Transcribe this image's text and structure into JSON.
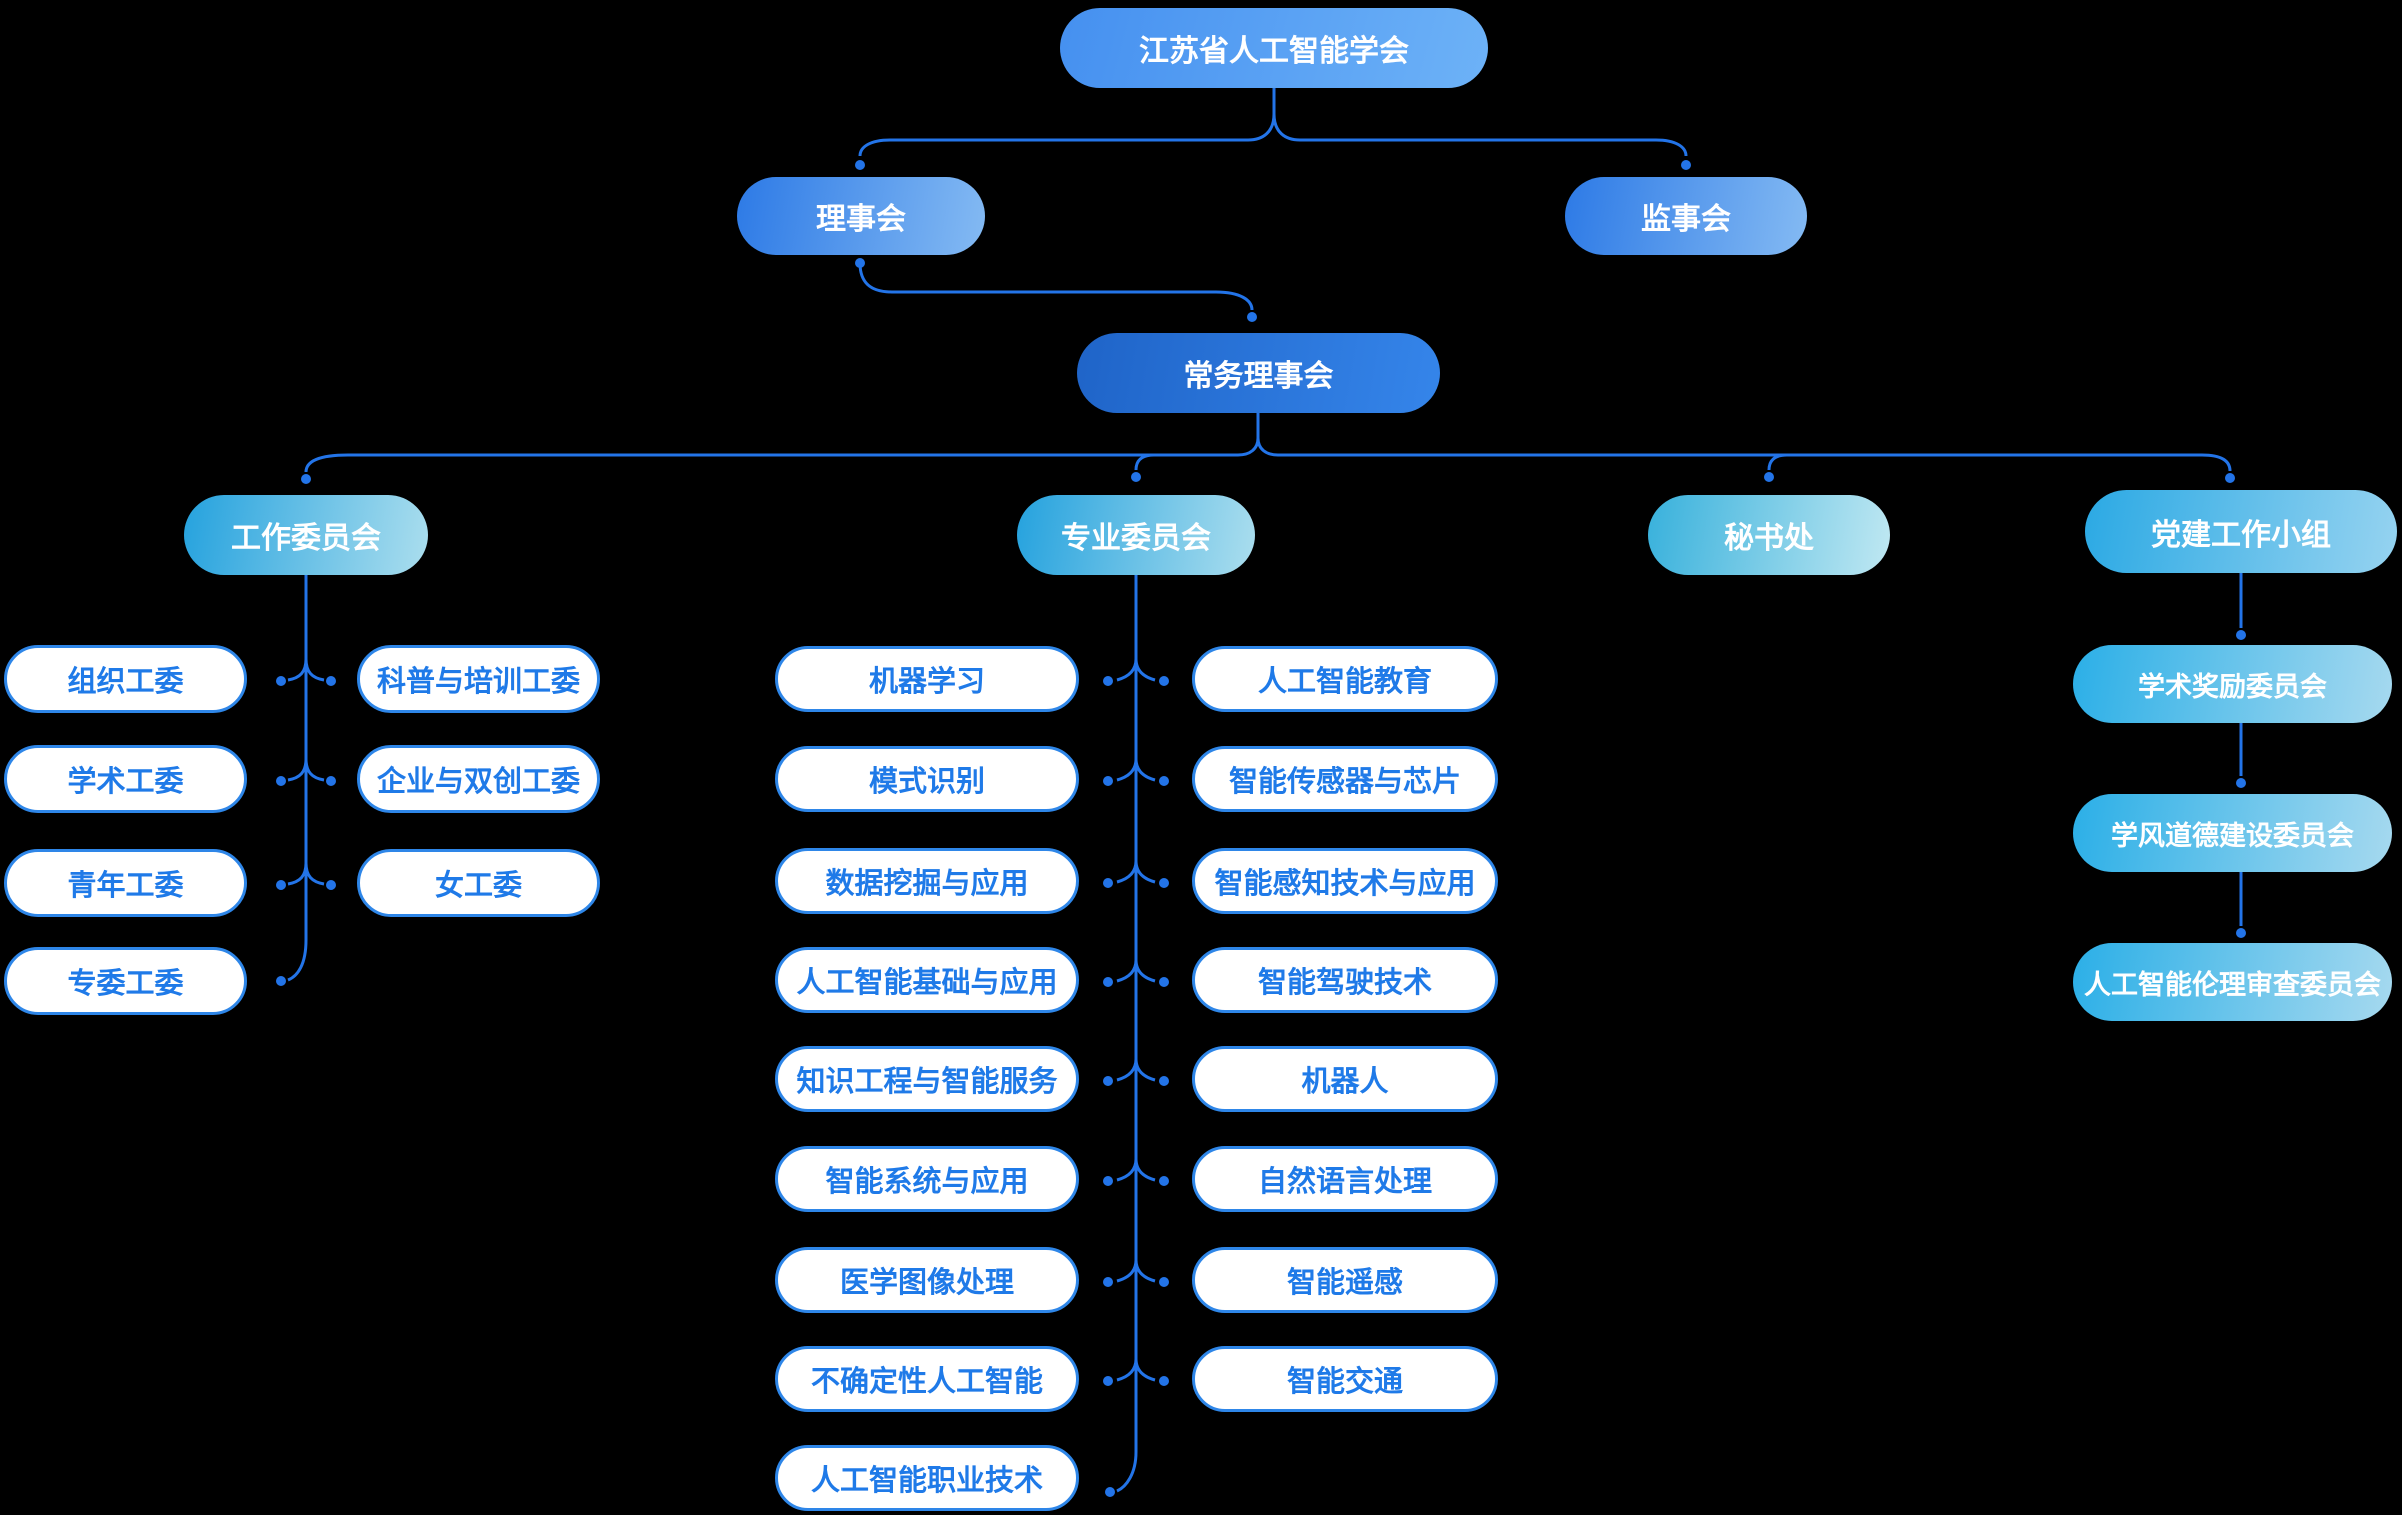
{
  "org": {
    "root": "江苏省人工智能学会",
    "level2": [
      "理事会",
      "监事会"
    ],
    "level3": "常务理事会",
    "branches": [
      "工作委员会",
      "专业委员会",
      "秘书处",
      "党建工作小组"
    ],
    "work_children_left": [
      "组织工委",
      "学术工委",
      "青年工委",
      "专委工委"
    ],
    "work_children_right": [
      "科普与培训工委",
      "企业与双创工委",
      "女工委"
    ],
    "prof_children_left": [
      "机器学习",
      "模式识别",
      "数据挖掘与应用",
      "人工智能基础与应用",
      "知识工程与智能服务",
      "智能系统与应用",
      "医学图像处理",
      "不确定性人工智能",
      "人工智能职业技术"
    ],
    "prof_children_right": [
      "人工智能教育",
      "智能传感器与芯片",
      "智能感知技术与应用",
      "智能驾驶技术",
      "机器人",
      "自然语言处理",
      "智能遥感",
      "智能交通"
    ],
    "party_children": [
      "学术奖励委员会",
      "学风道德建设委员会",
      "人工智能伦理审查委员会"
    ],
    "colors": {
      "background": "#000000",
      "connector": "#2374e8",
      "child_text": "#1f7ae8",
      "child_border": "#2e86e8",
      "root_gradient": [
        "#4590f0",
        "#6db2f7"
      ],
      "council_gradient": [
        "#2d7ae6",
        "#84baf3"
      ],
      "standing_council_gradient": [
        "#1f64c8",
        "#3585ea"
      ],
      "committee_gradient": [
        "#25a2de",
        "#abdeee"
      ],
      "secretariat_gradient": [
        "#38b1dc",
        "#c0e8f2"
      ],
      "party_group_gradient": [
        "#2ba9e4",
        "#96d3f0"
      ],
      "party_child_gradient": [
        "#2bafe7",
        "#a6d9ef"
      ]
    }
  }
}
